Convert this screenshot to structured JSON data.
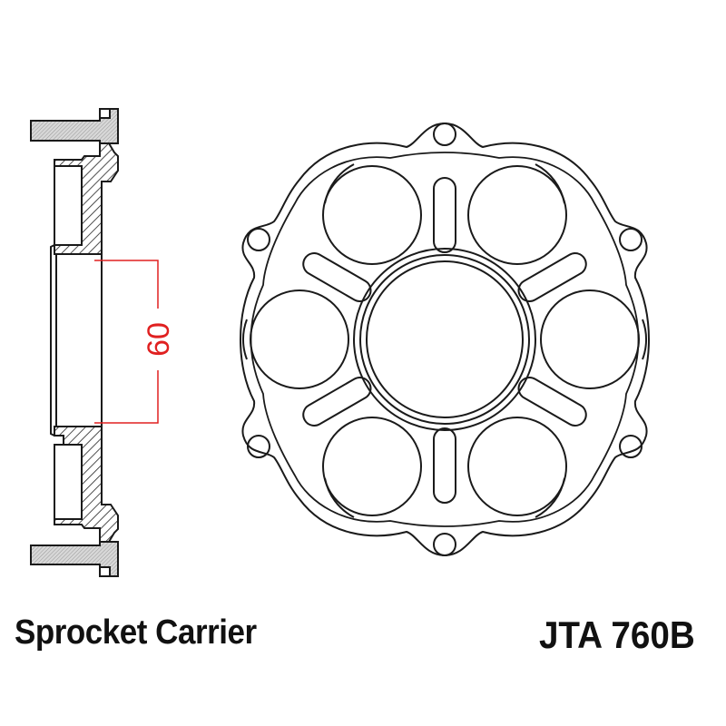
{
  "diagram": {
    "title": "Sprocket Carrier",
    "part_number": "JTA 760B",
    "dimension": {
      "value": "60",
      "color": "#e02020",
      "description": "inner bore dimension"
    },
    "views": [
      {
        "name": "cross-section",
        "position": "left"
      },
      {
        "name": "front-view",
        "position": "right"
      }
    ],
    "line_color": "#1a1a1a",
    "background": "#ffffff"
  }
}
